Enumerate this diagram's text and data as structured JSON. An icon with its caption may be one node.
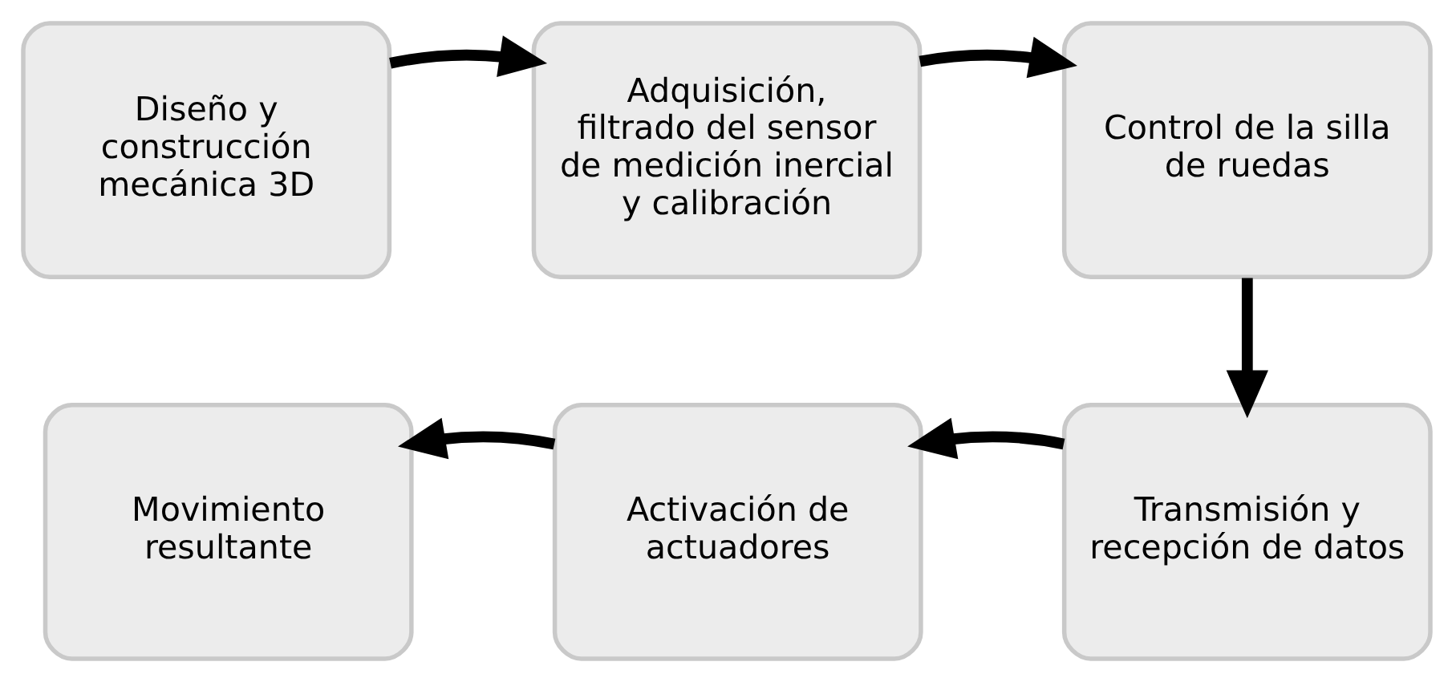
{
  "diagram": {
    "nodes": [
      {
        "text": [
          "Diseño y construcción mecánica 3D"
        ]
      },
      {
        "text": [
          "Adquisición, filtrado del sensor de medición inercial y calibración"
        ]
      },
      {
        "text": [
          "Control de la silla de ruedas"
        ]
      },
      {
        "text": [
          "Transmisión y recepción de datos"
        ]
      },
      {
        "text": [
          "Activación de actuadores"
        ]
      },
      {
        "text": [
          "Movimiento resultante"
        ]
      }
    ],
    "edges": [
      {
        "from": 0,
        "to": 1,
        "arrow": "to"
      },
      {
        "from": 1,
        "to": 2,
        "arrow": "to"
      },
      {
        "from": 2,
        "to": 3,
        "arrow": "to"
      },
      {
        "from": 3,
        "to": 4,
        "arrow": "to"
      },
      {
        "from": 4,
        "to": 5,
        "arrow": "to"
      }
    ]
  }
}
